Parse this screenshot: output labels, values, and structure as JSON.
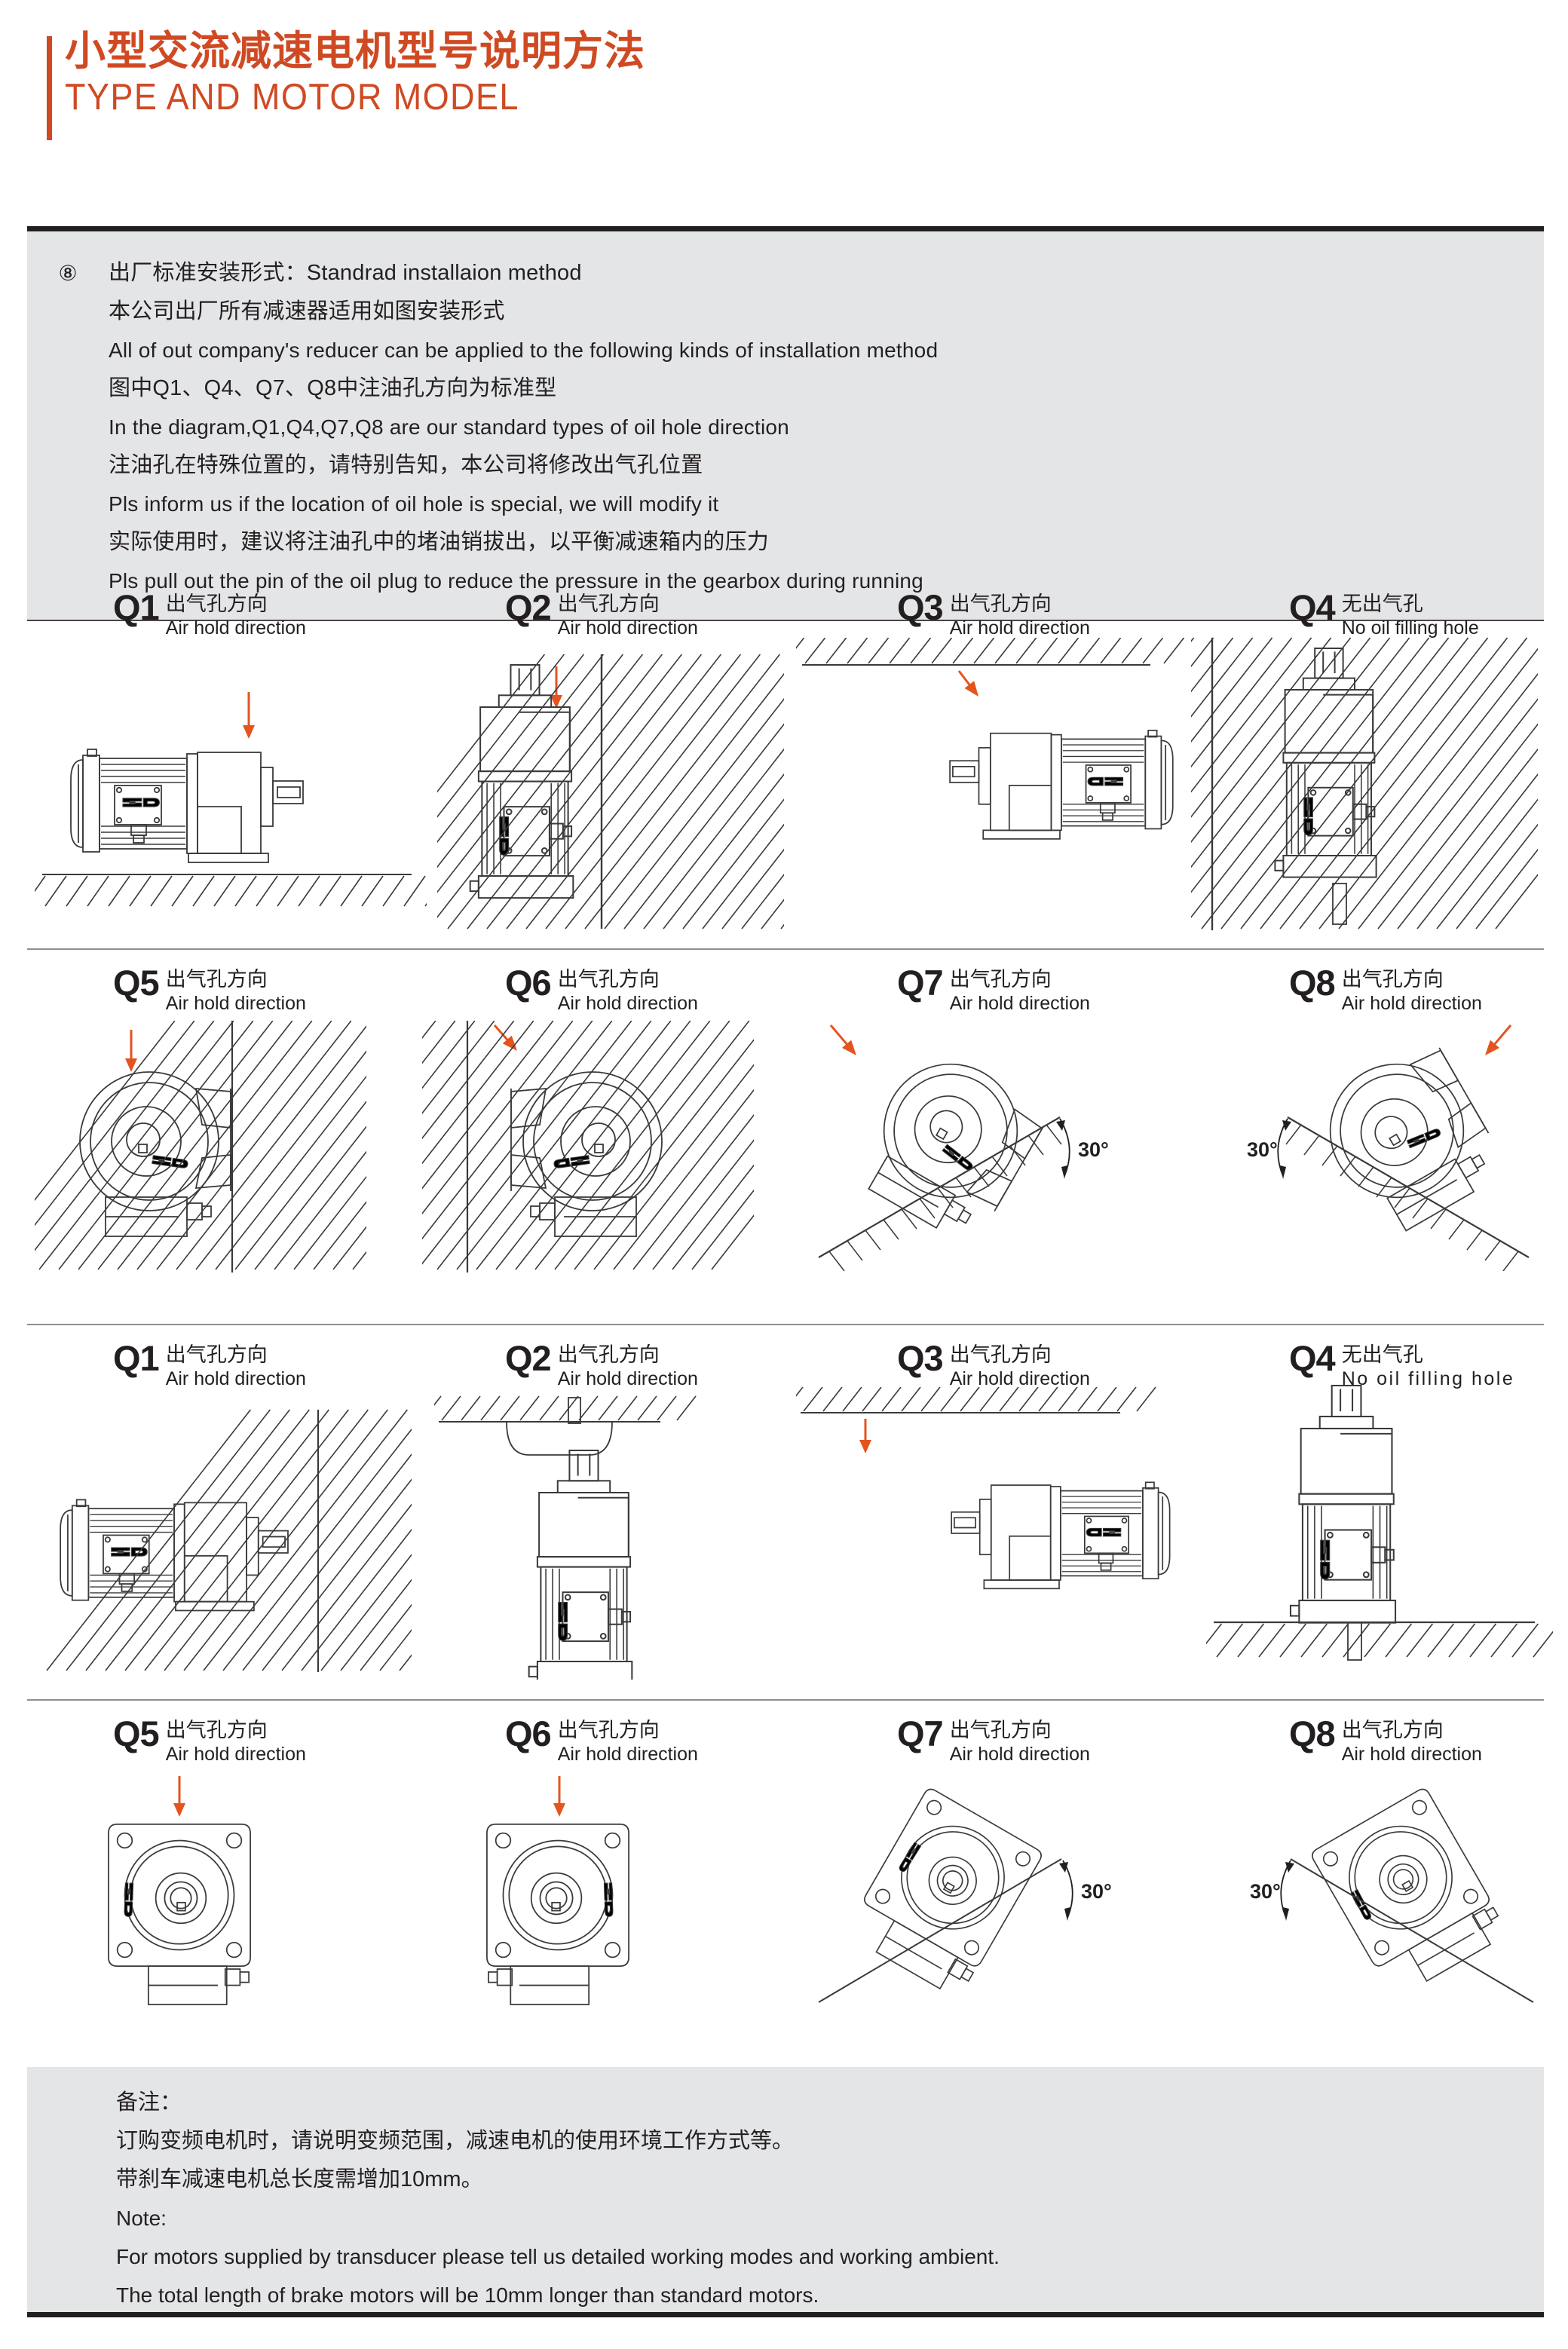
{
  "header": {
    "title_cn": "小型交流减速电机型号说明方法",
    "title_en": "TYPE AND MOTOR MODEL",
    "accent_color": "#cf4a23"
  },
  "intro": {
    "marker": "⑧",
    "lines": [
      "出厂标准安装形式：Standrad installaion method",
      "本公司出厂所有减速器适用如图安装形式",
      "All of out company's reducer can be applied to the following kinds of installation method",
      "图中Q1、Q4、Q7、Q8中注油孔方向为标准型",
      "In the diagram,Q1,Q4,Q7,Q8 are our standard types of oil hole direction",
      "注油孔在特殊位置的，请特别告知，本公司将修改出气孔位置",
      "Pls inform us if the location of oil hole is special, we will modify it",
      "实际使用时，建议将注油孔中的堵油销拔出，以平衡减速箱内的压力",
      "Pls pull out the pin of the oil plug to reduce the pressure in the gearbox during running"
    ],
    "line_langs": [
      "cn",
      "cn",
      "en",
      "cn",
      "en",
      "cn",
      "en",
      "cn",
      "en"
    ]
  },
  "diagrams": {
    "rows": [
      {
        "row_name": "foot-mount-side-views",
        "cells": [
          {
            "code": "Q1",
            "cn": "出气孔方向",
            "en": "Air hold direction",
            "art": "horizontal-floor",
            "angle": ""
          },
          {
            "code": "Q2",
            "cn": "出气孔方向",
            "en": "Air hold direction",
            "art": "vertical-wall-right",
            "angle": ""
          },
          {
            "code": "Q3",
            "cn": "出气孔方向",
            "en": "Air hold direction",
            "art": "horizontal-ceiling",
            "angle": ""
          },
          {
            "code": "Q4",
            "cn": "无出气孔",
            "en": "No oil filling hole",
            "art": "vertical-wall-left",
            "angle": ""
          }
        ]
      },
      {
        "row_name": "foot-mount-face-views",
        "cells": [
          {
            "code": "Q5",
            "cn": "出气孔方向",
            "en": "Air hold direction",
            "art": "round-face-wall-right",
            "angle": ""
          },
          {
            "code": "Q6",
            "cn": "出气孔方向",
            "en": "Air hold direction",
            "art": "round-face-wall-left",
            "angle": ""
          },
          {
            "code": "Q7",
            "cn": "出气孔方向",
            "en": "Air hold direction",
            "art": "round-face-incline-right",
            "angle": "30°"
          },
          {
            "code": "Q8",
            "cn": "出气孔方向",
            "en": "Air hold direction",
            "art": "round-face-incline-left",
            "angle": "30°"
          }
        ]
      },
      {
        "row_name": "flange-mount-side-views",
        "cells": [
          {
            "code": "Q1",
            "cn": "出气孔方向",
            "en": "Air hold direction",
            "art": "flange-horizontal-wall",
            "angle": ""
          },
          {
            "code": "Q2",
            "cn": "出气孔方向",
            "en": "Air hold direction",
            "art": "flange-vertical-ceiling",
            "angle": ""
          },
          {
            "code": "Q3",
            "cn": "出气孔方向",
            "en": "Air hold direction",
            "art": "flange-horizontal-ceiling",
            "angle": ""
          },
          {
            "code": "Q4",
            "cn": "无出气孔",
            "en": "No  oil  filling  hole",
            "art": "flange-vertical-floor",
            "angle": ""
          }
        ]
      },
      {
        "row_name": "flange-mount-face-views",
        "cells": [
          {
            "code": "Q5",
            "cn": "出气孔方向",
            "en": "Air hold direction",
            "art": "square-flange-face",
            "angle": ""
          },
          {
            "code": "Q6",
            "cn": "出气孔方向",
            "en": "Air hold direction",
            "art": "square-flange-face-2",
            "angle": ""
          },
          {
            "code": "Q7",
            "cn": "出气孔方向",
            "en": "Air hold direction",
            "art": "square-flange-incline-right",
            "angle": "30°"
          },
          {
            "code": "Q8",
            "cn": "出气孔方向",
            "en": "Air hold direction",
            "art": "square-flange-incline-left",
            "angle": "30°"
          }
        ]
      }
    ]
  },
  "note": {
    "lines": [
      "备注：",
      "订购变频电机时，请说明变频范围，减速电机的使用环境工作方式等。",
      "带刹车减速电机总长度需增加10mm。",
      "Note:",
      "For motors supplied by transducer please tell us detailed working modes and working ambient.",
      "The total length of brake motors will be 10mm longer than standard motors."
    ],
    "line_langs": [
      "cn",
      "cn",
      "cn",
      "en",
      "en",
      "en"
    ]
  },
  "branding": {
    "logo_text": "ZD"
  },
  "colors": {
    "accent": "#cf4a23",
    "arrow": "#e4541f",
    "panel_bg": "#e4e5e7",
    "ink": "#231f20",
    "line": "#4a4547",
    "divider": "#9a9a9a"
  }
}
